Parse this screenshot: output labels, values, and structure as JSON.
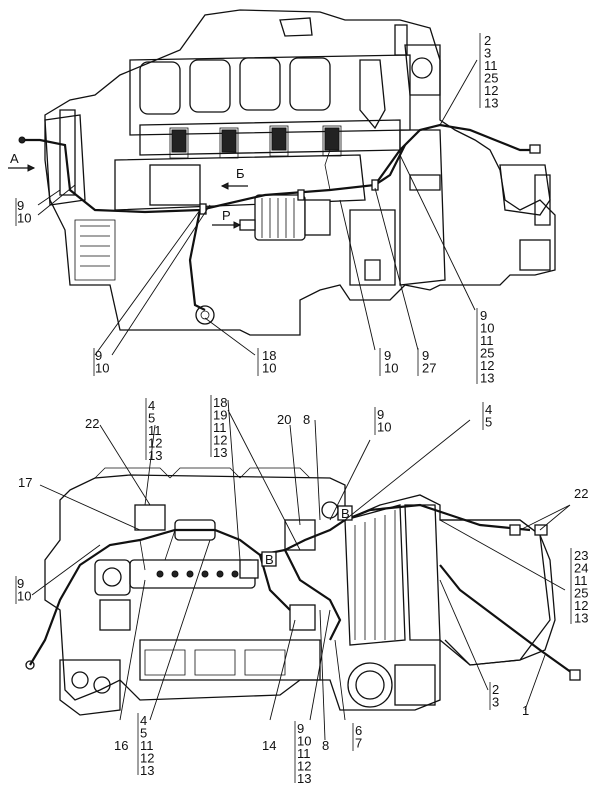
{
  "views": [
    {
      "id": "top",
      "markers": {
        "a": "A",
        "b": "Б",
        "p": "Р"
      },
      "callouts": [
        {
          "id": "top_right_group",
          "lines": [
            "2",
            "3",
            "11",
            "25",
            "12",
            "13"
          ]
        },
        {
          "id": "top_left_group",
          "lines": [
            "9",
            "10"
          ]
        },
        {
          "id": "top_bottom_left_group",
          "lines": [
            "9",
            "10"
          ]
        },
        {
          "id": "top_18_10",
          "lines": [
            "18",
            "10"
          ]
        },
        {
          "id": "top_9_10",
          "lines": [
            "9",
            "10"
          ]
        },
        {
          "id": "top_9_27",
          "lines": [
            "9",
            "27"
          ]
        },
        {
          "id": "top_bottom_right_group",
          "lines": [
            "9",
            "10",
            "11",
            "25",
            "12",
            "13"
          ]
        }
      ]
    },
    {
      "id": "bottom",
      "markers": {
        "v1": "В",
        "v2": "В"
      },
      "callouts": [
        {
          "id": "bot_22_left",
          "lines": [
            "22"
          ]
        },
        {
          "id": "bot_4_13_top",
          "lines": [
            "4",
            "5",
            "11",
            "12",
            "13"
          ]
        },
        {
          "id": "bot_18_13",
          "lines": [
            "18",
            "19",
            "11",
            "12",
            "13"
          ]
        },
        {
          "id": "bot_20",
          "lines": [
            "20"
          ]
        },
        {
          "id": "bot_8_top",
          "lines": [
            "8"
          ]
        },
        {
          "id": "bot_9_10_top",
          "lines": [
            "9",
            "10"
          ]
        },
        {
          "id": "bot_4_5_right",
          "lines": [
            "4",
            "5"
          ]
        },
        {
          "id": "bot_17",
          "lines": [
            "17"
          ]
        },
        {
          "id": "bot_9_10_left",
          "lines": [
            "9",
            "10"
          ]
        },
        {
          "id": "bot_22_right",
          "lines": [
            "22"
          ]
        },
        {
          "id": "bot_right_group",
          "lines": [
            "23",
            "24",
            "11",
            "25",
            "12",
            "13"
          ]
        },
        {
          "id": "bot_16",
          "lines": [
            "16"
          ]
        },
        {
          "id": "bot_4_13_bottom",
          "lines": [
            "4",
            "5",
            "11",
            "12",
            "13"
          ]
        },
        {
          "id": "bot_14",
          "lines": [
            "14"
          ]
        },
        {
          "id": "bot_9_13_bottom",
          "lines": [
            "9",
            "10",
            "11",
            "12",
            "13"
          ]
        },
        {
          "id": "bot_8_bottom",
          "lines": [
            "8"
          ]
        },
        {
          "id": "bot_6_7",
          "lines": [
            "6",
            "7"
          ]
        },
        {
          "id": "bot_2_3",
          "lines": [
            "2",
            "3"
          ]
        },
        {
          "id": "bot_1",
          "lines": [
            "1"
          ]
        }
      ]
    }
  ]
}
